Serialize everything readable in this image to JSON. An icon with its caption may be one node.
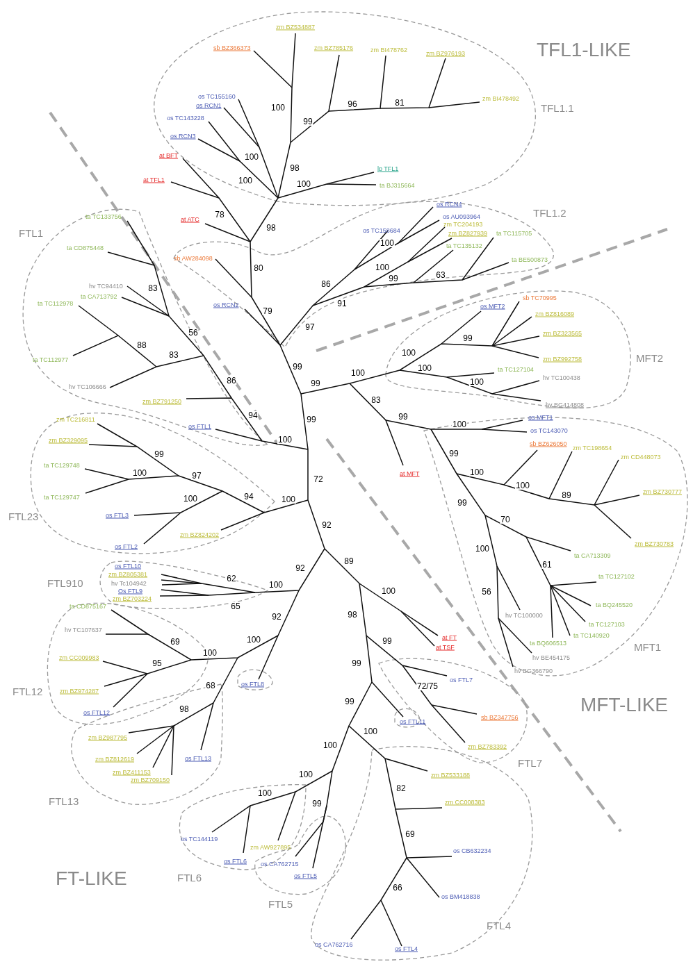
{
  "diagram": {
    "labels": [
      "TFL1-LIKE",
      "TFL1.1",
      "TFL1.2",
      "FTL1",
      "MFT2",
      "FTL23",
      "FTL910",
      "FTL12",
      "MFT1",
      "MFT-LIKE",
      "FTL7",
      "FTL13",
      "FT-LIKE",
      "FTL6",
      "FTL5",
      "FTL4",
      "zm BZ534887",
      "sb BZ366373",
      "zm BZ785176",
      "zm BI478762",
      "zm BZ976193",
      "zm BI478492",
      "os TC155160",
      "os RCN1",
      "os TC143228",
      "os RCN3",
      "at BFT",
      "at TFL1",
      "lp TFL1",
      "ta BJ315664",
      "os RCN4",
      "os AU093964",
      "zm TC204193",
      "os TC158684",
      "zm BZ827939",
      "ta TC115705",
      "ta TC135132",
      "ta BE500873",
      "at ATC",
      "ta TC133756",
      "ta CD875448",
      "sb AW284098",
      "hv TC94410",
      "ta CA713792",
      "ta TC112978",
      "os RCN2",
      "sb TC70995",
      "os MFT2",
      "zm BZ816089",
      "zm BZ323565",
      "zm BZ992758",
      "ta TC112977",
      "ta TC127104",
      "hv TC100438",
      "hv TC106666",
      "zm BZ791250",
      "hv BG414808",
      "os FTL1",
      "zm TC216811",
      "os MFT1",
      "os TC143070",
      "zm BZ329095",
      "sb BZ626050",
      "zm TC198654",
      "zm CD448073",
      "ta TC129748",
      "at MFT",
      "ta TC129747",
      "zm BZ730777",
      "os FTL3",
      "zm BZ824202",
      "zm BZ730783",
      "os FTL2",
      "ta CA713309",
      "os FTL10",
      "zm BZ805381",
      "hv Tc104942",
      "Os FTL9",
      "zm BZ703224",
      "ta TC127102",
      "ta BQ245520",
      "ta CD875167",
      "hv TC100000",
      "ta TC127103",
      "hv TC107637",
      "ta TC140920",
      "at FT",
      "at TSF",
      "ta BQ606513",
      "hv BE454175",
      "zm CC009983",
      "hv BG366790",
      "os FTL7",
      "os FTL8",
      "zm BZ974287",
      "sb BZ347756",
      "os FTL12",
      "os FTL11",
      "zm BZ783392",
      "zm BZ987795",
      "os FTL13",
      "zm BZ812619",
      "zm BZ411153",
      "zm BZ709150",
      "zm BZ533188",
      "zm CC008383",
      "os TC144119",
      "zm AW927895",
      "os CB632234",
      "os CA762715",
      "os FTL6",
      "os FTL5",
      "os BM418838",
      "os CA762716",
      "os FTL4",
      "100",
      "96",
      "81",
      "99",
      "100",
      "98",
      "100",
      "100",
      "78",
      "98",
      "100",
      "80",
      "100",
      "99",
      "63",
      "86",
      "83",
      "79",
      "91",
      "97",
      "56",
      "99",
      "99",
      "99",
      "88",
      "83",
      "100",
      "100",
      "100",
      "100",
      "86",
      "99",
      "83",
      "94",
      "99",
      "100",
      "100",
      "99",
      "99",
      "100",
      "97",
      "100",
      "100",
      "89",
      "72",
      "94",
      "100",
      "100",
      "99",
      "70",
      "92",
      "89",
      "100",
      "61",
      "92",
      "62",
      "100",
      "100",
      "56",
      "65",
      "98",
      "92",
      "99",
      "69",
      "100",
      "95",
      "100",
      "99",
      "72/75",
      "68",
      "98",
      "99",
      "100",
      "100",
      "100",
      "82",
      "100",
      "99",
      "69",
      "66"
    ]
  }
}
